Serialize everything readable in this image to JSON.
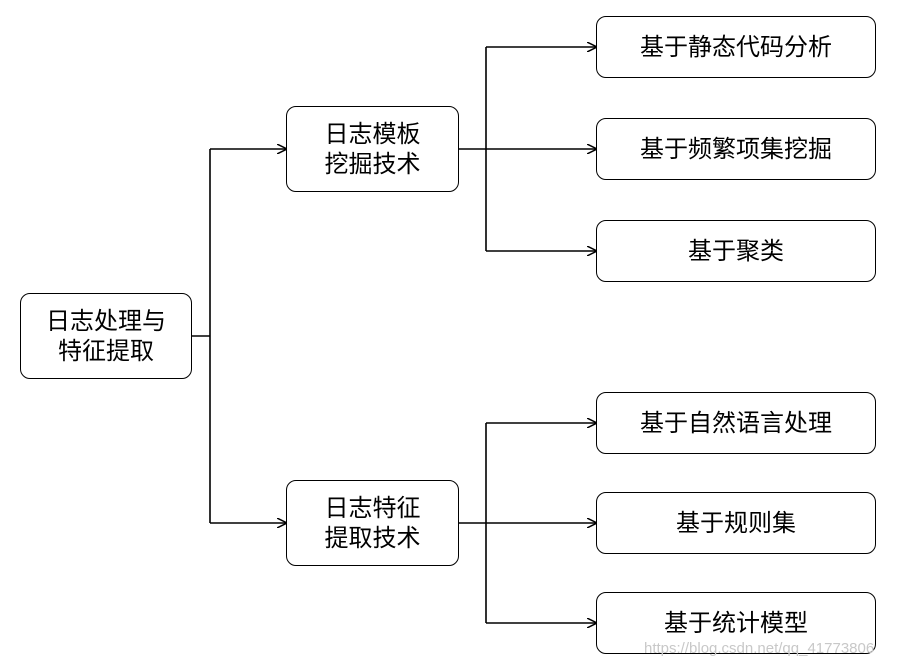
{
  "diagram": {
    "root": {
      "label": "日志处理与\n特征提取"
    },
    "branches": [
      {
        "label": "日志模板\n挖掘技术",
        "children": [
          "基于静态代码分析",
          "基于频繁项集挖掘",
          "基于聚类"
        ]
      },
      {
        "label": "日志特征\n提取技术",
        "children": [
          "基于自然语言处理",
          "基于规则集",
          "基于统计模型"
        ]
      }
    ]
  },
  "watermark": "https://blog.csdn.net/qq_41773806"
}
